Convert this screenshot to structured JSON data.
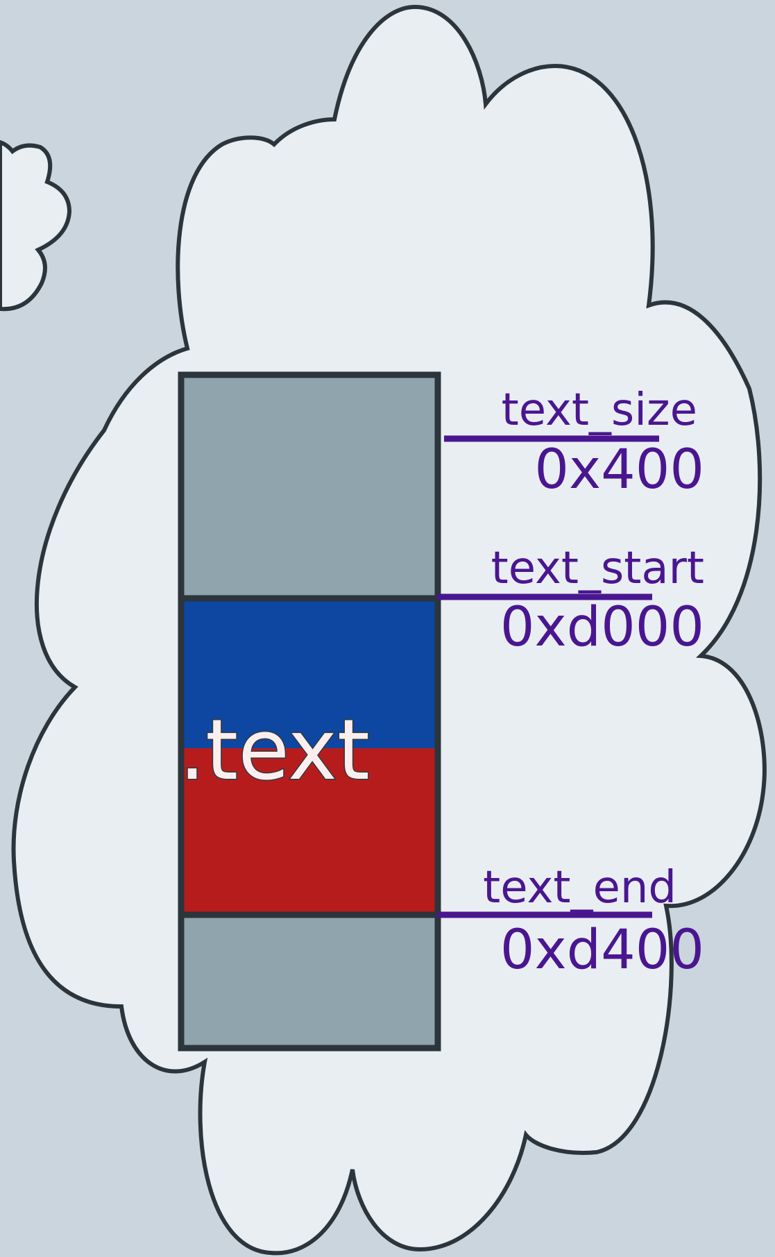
{
  "diagram": {
    "section": {
      "name": ".text"
    },
    "markers": [
      {
        "name": "text_size",
        "value": "0x400"
      },
      {
        "name": "text_start",
        "value": "0xd000"
      },
      {
        "name": "text_end",
        "value": "0xd400"
      }
    ]
  },
  "colors": {
    "background": "#cbd5dd",
    "cloud_fill": "#e9eef2",
    "outline": "#2b353b",
    "gray_block": "#8fa4ad",
    "blue_block": "#0d47a1",
    "red_block": "#b71c1c",
    "label": "#4a1690"
  }
}
